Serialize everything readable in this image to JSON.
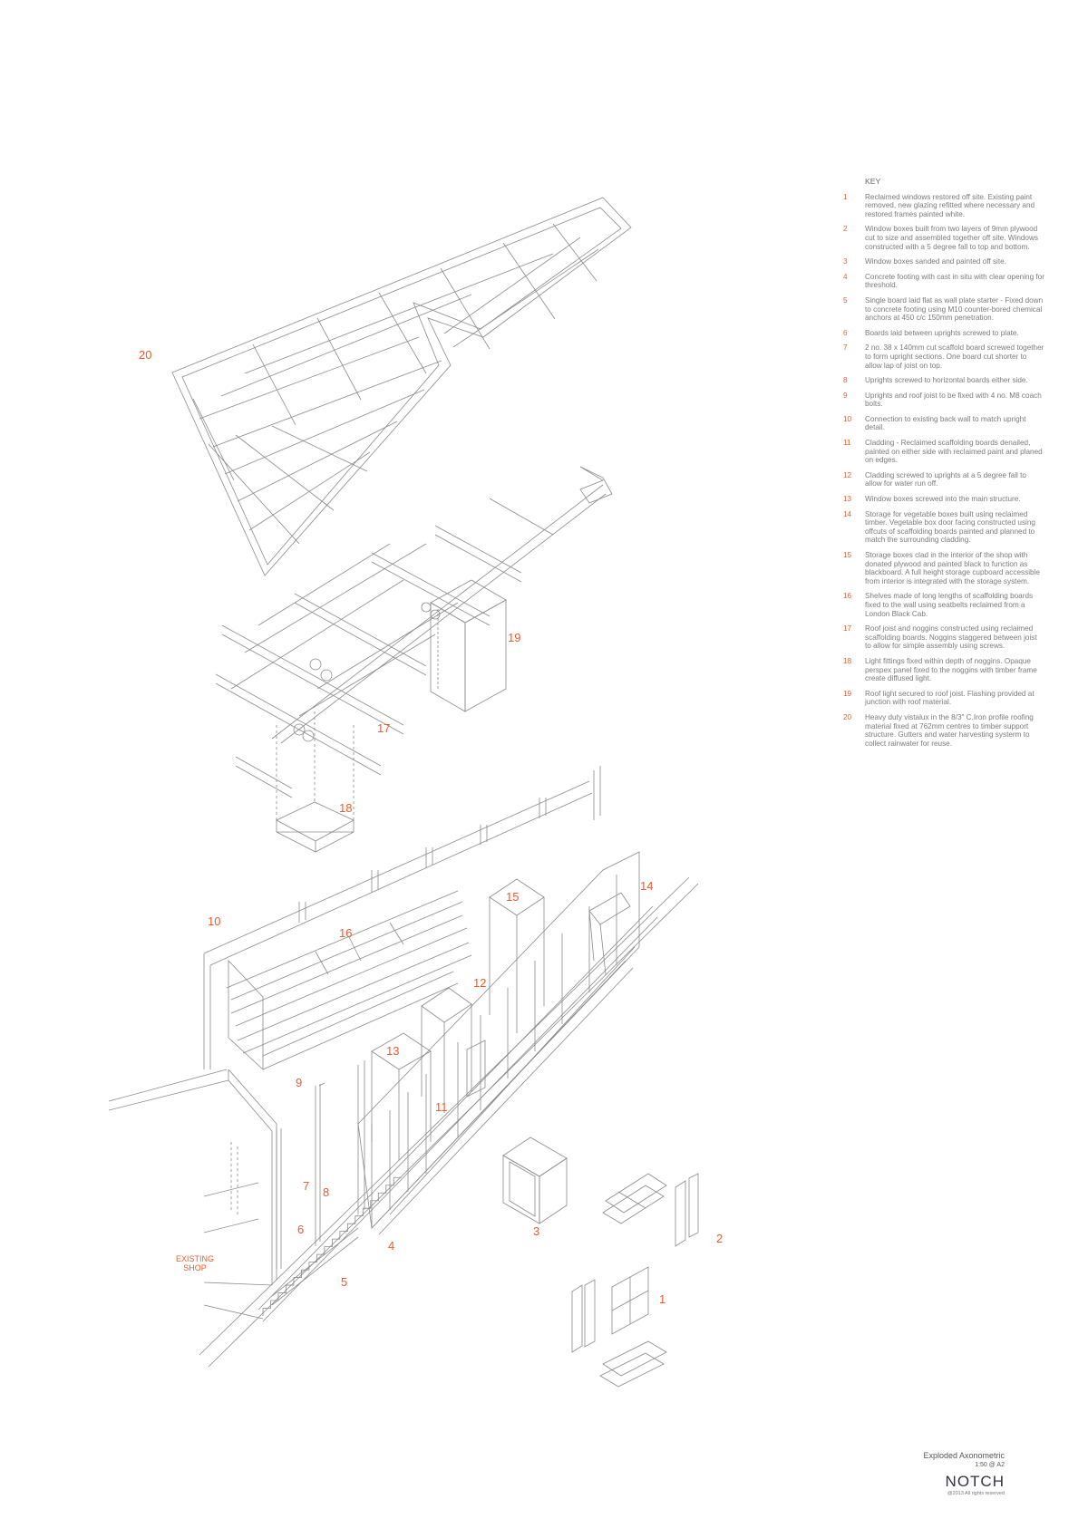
{
  "key": {
    "title": "KEY",
    "items": [
      {
        "num": "1",
        "text": "Reclaimed windows restored off site. Existing paint removed, new glazing refitted where necessary and restored frames painted white."
      },
      {
        "num": "2",
        "text": "Window boxes built from two layers of 9mm plywood cut to size and assembled together off site. Windows constructed with a 5 degree fall to top and bottom."
      },
      {
        "num": "3",
        "text": "Window boxes sanded and painted off site."
      },
      {
        "num": "4",
        "text": "Concrete footing with cast in situ with clear opening for threshold."
      },
      {
        "num": "5",
        "text": "Single board laid flat as wall plate starter - Fixed down to concrete footing using M10 counter-bored chemical anchors at 450 c/c 150mm penetration."
      },
      {
        "num": "6",
        "text": "Boards laid between uprights screwed to plate."
      },
      {
        "num": "7",
        "text": "2 no. 38 x 140mm cut scaffold board screwed together to form upright sections. One board cut shorter to allow lap of joist on top."
      },
      {
        "num": "8",
        "text": "Uprights screwed to horizontal boards either side."
      },
      {
        "num": "9",
        "text": "Uprights and roof joist to be fixed with 4 no. M8 coach bolts."
      },
      {
        "num": "10",
        "text": "Connection to existing back wall to match upright detail."
      },
      {
        "num": "11",
        "text": "Cladding - Reclaimed scaffolding boards denailed, painted on either side with reclaimed paint and planed on edges."
      },
      {
        "num": "12",
        "text": "Cladding screwed to uprights at a 5 degree fall to allow for water run off."
      },
      {
        "num": "13",
        "text": "Window boxes screwed into the main structure."
      },
      {
        "num": "14",
        "text": "Storage for vegetable boxes built using reclaimed timber. Vegetable box door facing constructed using offcuts of scaffolding boards painted and planned to match the surrounding cladding."
      },
      {
        "num": "15",
        "text": "Storage boxes clad in the interior of the shop with donated plywood and painted black to function as blackboard. A full height storage cupboard accessible from interior is integrated with the storage system."
      },
      {
        "num": "16",
        "text": "Shelves made of long lengths of scaffolding boards fixed to the wall using seatbelts reclaimed from a London Black Cab."
      },
      {
        "num": "17",
        "text": "Roof joist and noggins constructed using reclaimed scaffolding boards. Noggins staggered between joist to allow for simple assembly using screws."
      },
      {
        "num": "18",
        "text": "Light fittings fixed within depth of noggins. Opaque perspex panel fixed to the noggins with timber frame create diffused light."
      },
      {
        "num": "19",
        "text": "Roof light secured to roof joist. Flashing provided at junction with roof material."
      },
      {
        "num": "20",
        "text": "Heavy duty vistalux in the 8/3\" C.Iron profile roofing material fixed at 762mm centres to timber support structure. Gutters and water harvesting systerm  to collect rainwater for reuse."
      }
    ]
  },
  "callouts": {
    "n1": "1",
    "n2": "2",
    "n3": "3",
    "n4": "4",
    "n5": "5",
    "n6": "6",
    "n7": "7",
    "n8": "8",
    "n9": "9",
    "n10": "10",
    "n11": "11",
    "n12": "12",
    "n13": "13",
    "n14": "14",
    "n15": "15",
    "n16": "16",
    "n17": "17",
    "n18": "18",
    "n19": "19",
    "n20": "20",
    "existing_shop_1": "EXISTING",
    "existing_shop_2": "SHOP"
  },
  "title_block": {
    "drawing_title": "Exploded Axonometric",
    "scale": "1:50 @ A2",
    "logo": "NOTCH",
    "copyright": "@2013 All rights reserved"
  },
  "colors": {
    "accent": "#ef5a28",
    "linework": "#8a8a8a"
  }
}
